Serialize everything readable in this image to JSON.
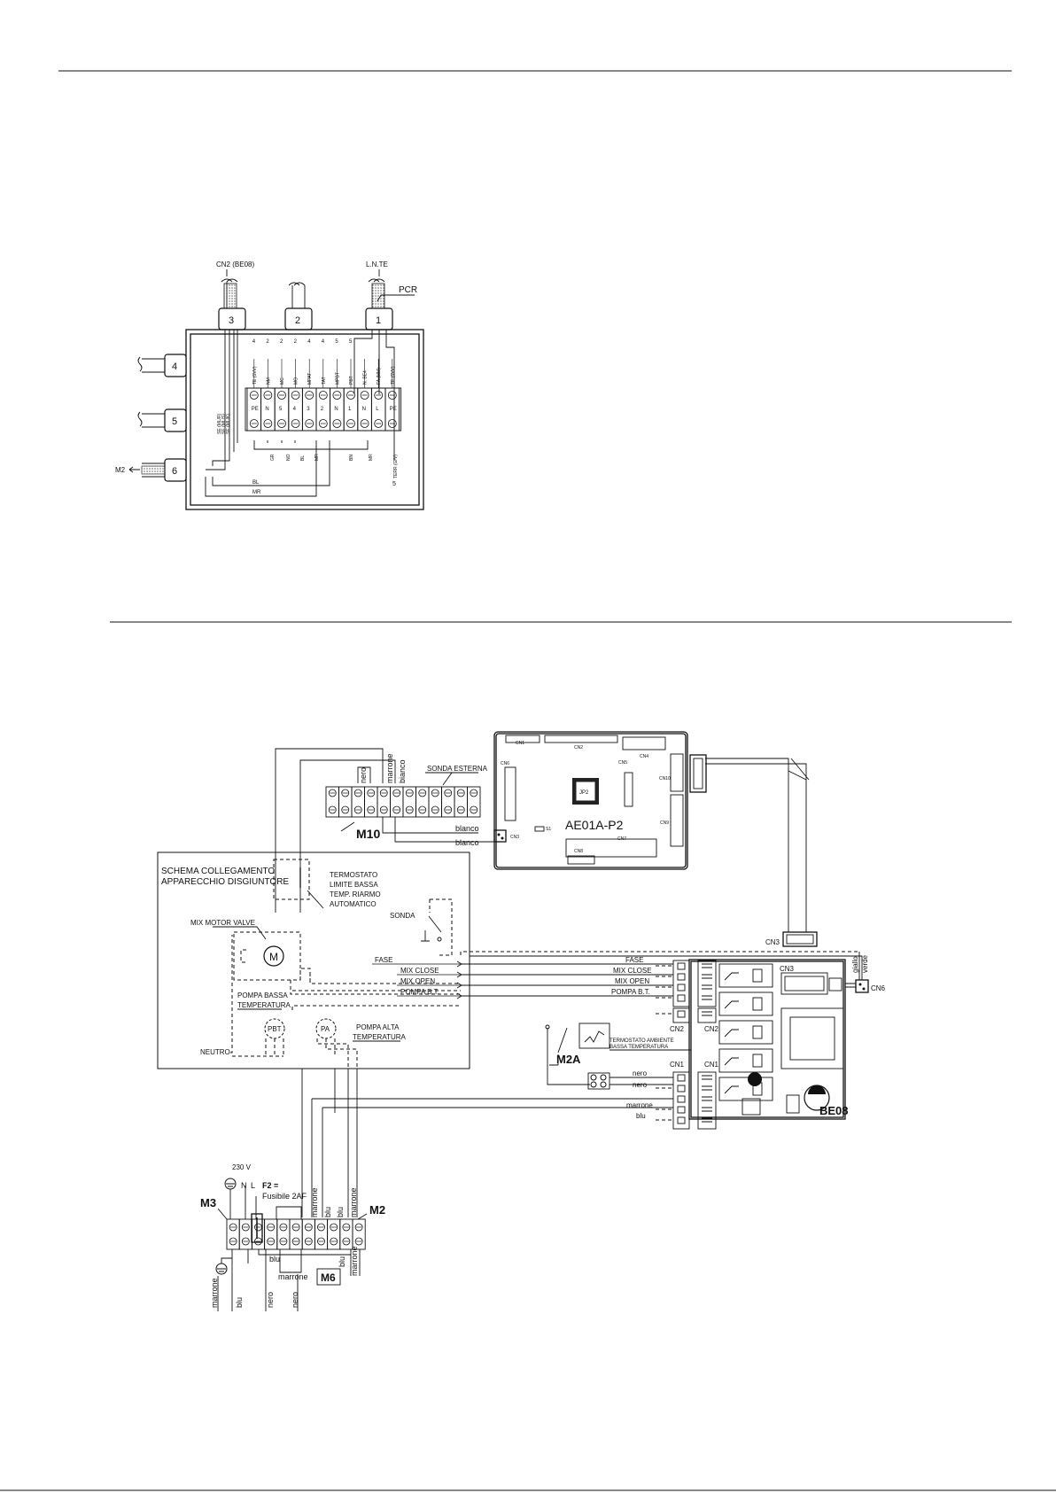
{
  "d1": {
    "cn2_be08": "CN2 (BE08)",
    "lnte": "L.N.TE",
    "pcr": "PCR",
    "m2": "M2",
    "glands_top": [
      "3",
      "2",
      "1"
    ],
    "glands_left": [
      "4",
      "5",
      "6"
    ],
    "top_numbers": [
      "4",
      "2",
      "2",
      "2",
      "4",
      "4",
      "5",
      "5"
    ],
    "row_vertical": [
      "TE (5VV)",
      "NM",
      "MC",
      "MO",
      "MPAT",
      "TAT",
      "MPBT",
      "PBT",
      "N. BE4",
      "FA (MM)",
      "TE (5VV)"
    ],
    "row1": [
      "PE",
      "N",
      "5",
      "4",
      "3",
      "2",
      "N",
      "1",
      "N",
      "L",
      "PE"
    ],
    "left_vertical": [
      "SE (ML/R)",
      "SE (ML/S)",
      "SE (ML/K)"
    ],
    "wire_labels": [
      "GR",
      "NO",
      "BL",
      "MR",
      "BN",
      "MR",
      "TERR (G/V)"
    ],
    "bottom_labels": [
      "BL",
      "MR"
    ],
    "num5": "5"
  },
  "d2": {
    "board_ae01a": "AE01A-P2",
    "ae_connectors": [
      "CN1",
      "CN2",
      "CN4",
      "CN5",
      "CN6",
      "CN7",
      "CN8",
      "CN9",
      "CN10",
      "CN3",
      "JP2",
      "S1"
    ],
    "sonda_esterna": "SONDA ESTERNA",
    "wire_nero": "nero",
    "wire_marrone": "marrone",
    "wire_bianco": "bianco",
    "blanco1": "blanco",
    "blanco2": "blanco",
    "m10": "M10",
    "schema1": "SCHEMA COLLEGAMENTO",
    "schema2": "APPARECCHIO DISGIUNTORE",
    "termostato": [
      "TERMOSTATO",
      "LIMITE BASSA",
      "TEMP. RIARMO",
      "AUTOMATICO"
    ],
    "sonda": "SONDA",
    "mix_motor_valve": "MIX MOTOR VALVE",
    "motor_m": "M",
    "pompa_bassa": [
      "POMPA BASSA",
      "TEMPERATURA"
    ],
    "pbt": "PBT",
    "pa": "PA",
    "pompa_alta": [
      "POMPA ALTA",
      "TEMPERATURA"
    ],
    "neutro": "NEUTRO",
    "signals": [
      "FASE",
      "MIX CLOSE",
      "MIX OPEN",
      "POMPA B.T."
    ],
    "signals_right": [
      "FASE",
      "MIX CLOSE",
      "MIX OPEN",
      "POMPA B.T."
    ],
    "cn3": "CN3",
    "cn3_board": "CN3",
    "cn6": "CN6",
    "giallo": "giallo",
    "verde": "verde",
    "cn2_a": "CN2",
    "cn2_b": "CN2",
    "cn1_a": "CN1",
    "cn1_b": "CN1",
    "termostato_ambiente": [
      "TERMOSTATO AMBIENTE",
      "BASSA TEMPERATURA"
    ],
    "m2a": "M2A",
    "cn1_wires": [
      "nero",
      "nero",
      "marrone",
      "blu"
    ],
    "be08": "BE08",
    "v230": "230 V",
    "n": "N",
    "l": "L",
    "f2": "F2 =",
    "fusibile": "Fusibile 2AF",
    "m3": "M3",
    "m2": "M2",
    "m6": "M6",
    "terminal_top_wires": [
      "marrone",
      "blu",
      "blu",
      "marrone"
    ],
    "under_blu": "blu",
    "under_marrone": "marrone",
    "right_blu": "blu",
    "right_marrone": "marrone",
    "bottom_wires": [
      "marrone",
      "blu",
      "nero",
      "nero"
    ]
  }
}
